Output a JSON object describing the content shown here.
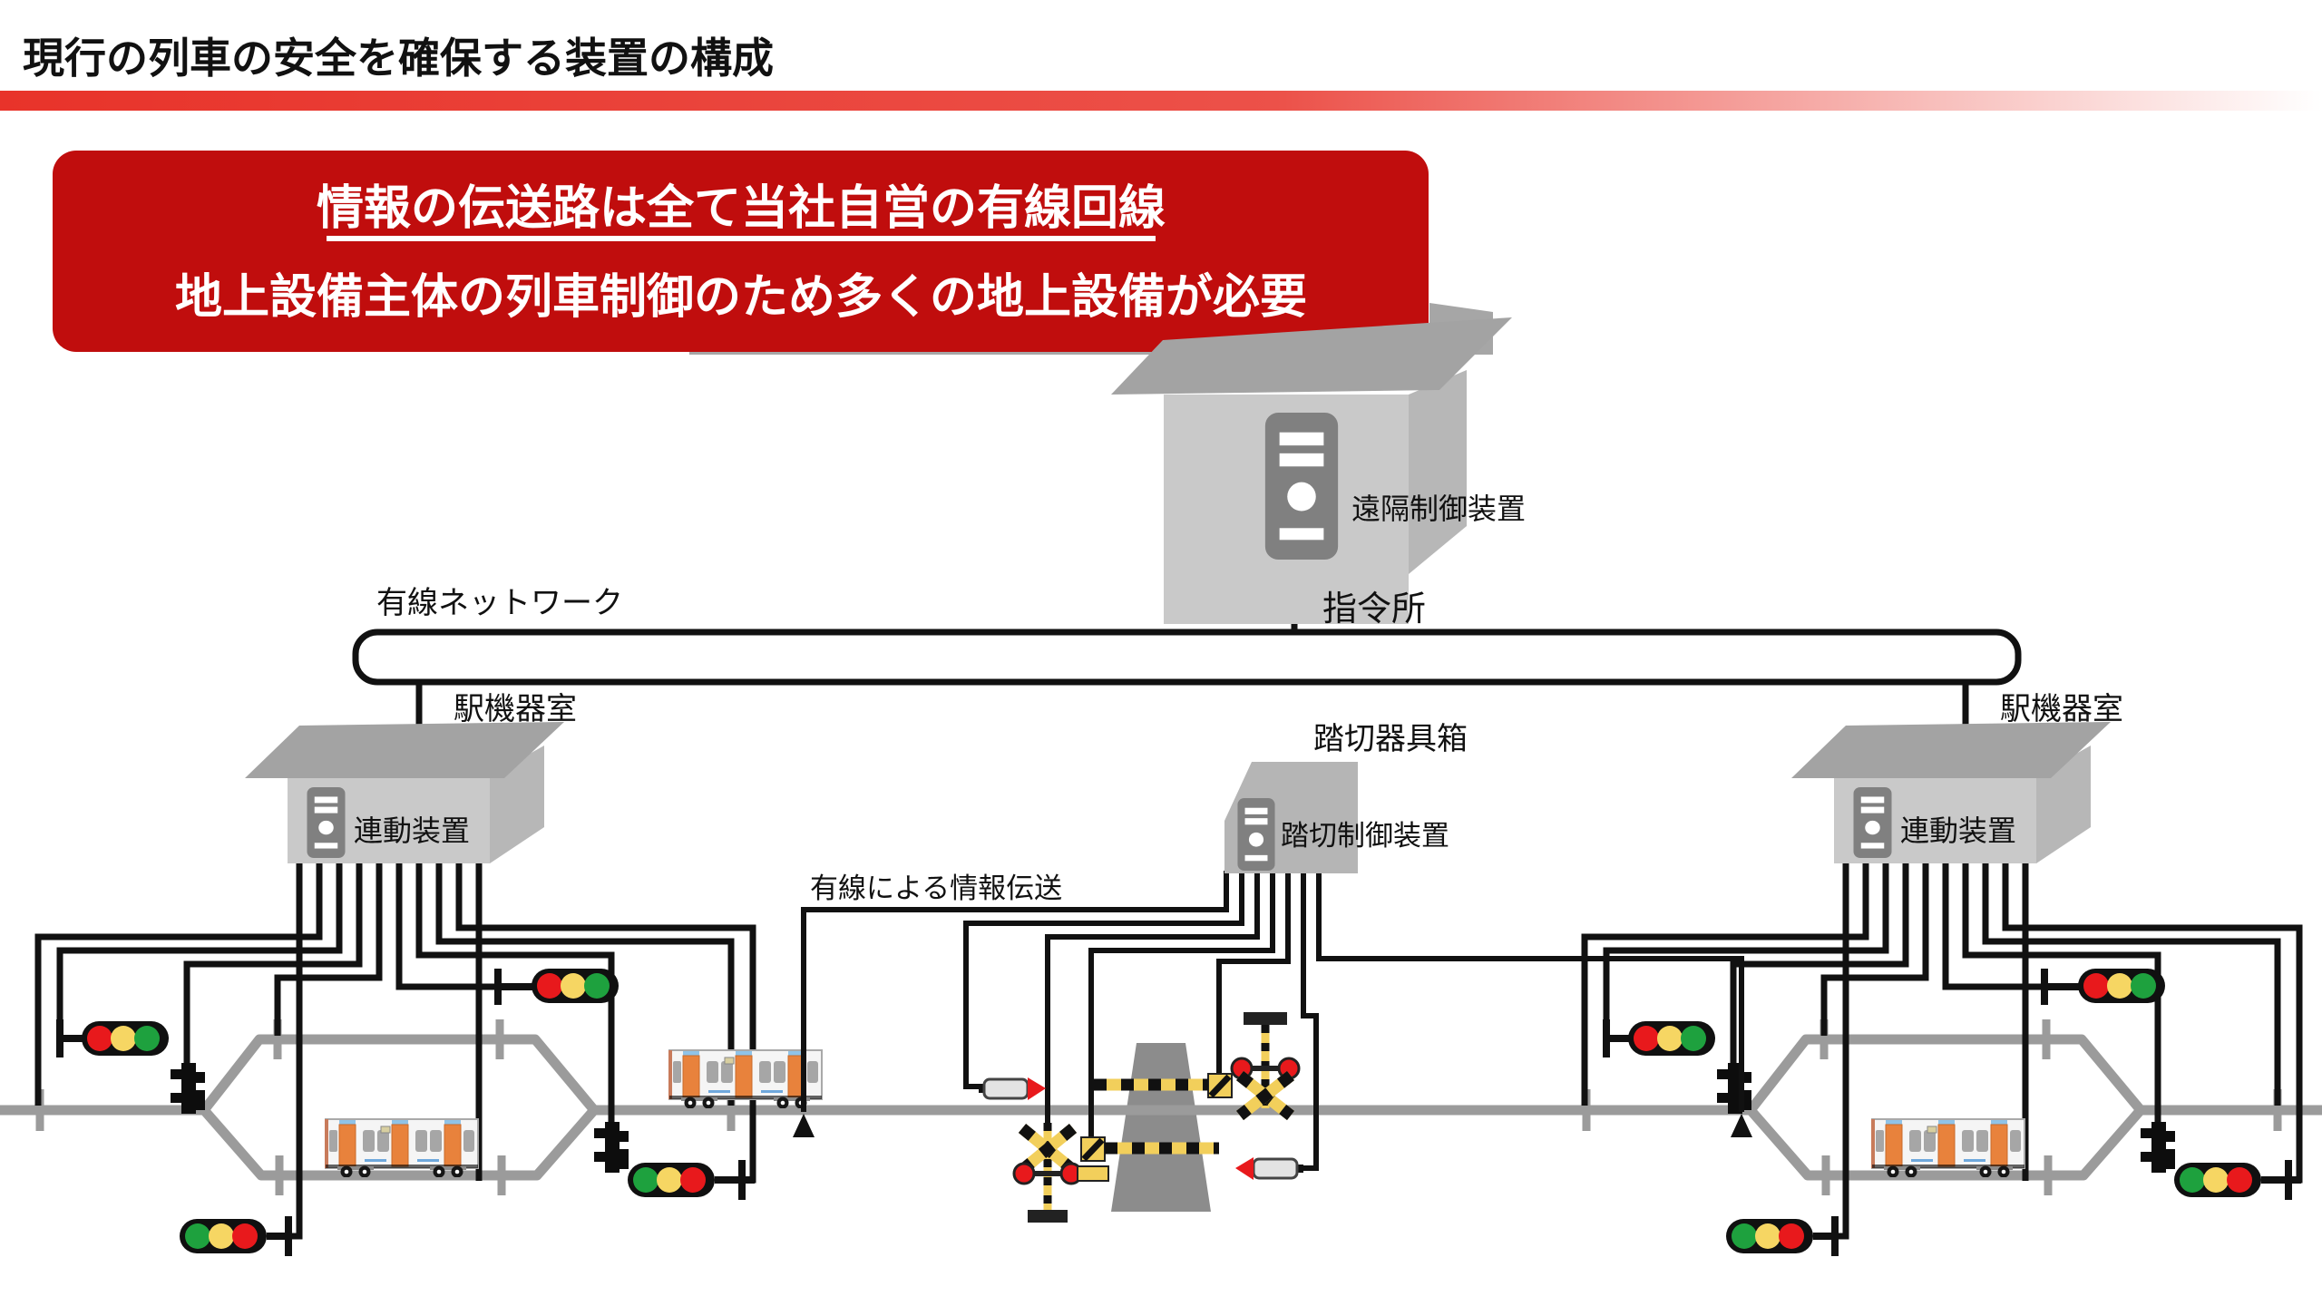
{
  "page": {
    "title": "現行の列車の安全を確保する装置の構成",
    "background": "#FFFFFF",
    "accent_bar_color": "#E8332A"
  },
  "banner": {
    "line1": "情報の伝送路は全て当社自営の有線回線",
    "line2": "地上設備主体の列車制御のため多くの地上設備が必要",
    "bg": "#C00D0D",
    "text_color": "#FFFFFF",
    "shadow_color": "#A6A6A6"
  },
  "control_center": {
    "location_label": "指令所",
    "device_label": "遠隔制御装置"
  },
  "network": {
    "bus_label": "有線ネットワーク",
    "transmission_label": "有線による情報伝送"
  },
  "stations": {
    "left": {
      "room_label": "駅機器室",
      "device_label": "連動装置"
    },
    "right": {
      "room_label": "駅機器室",
      "device_label": "連動装置"
    }
  },
  "crossing": {
    "box_label": "踏切器具箱",
    "device_label": "踏切制御装置"
  },
  "colors": {
    "track": "#9B9B9B",
    "cable": "#111111",
    "signal_body": "#101010",
    "signal_red": "#E8191C",
    "signal_yellow": "#F6D663",
    "signal_green": "#1EA13E",
    "crossing_yellow": "#F2CF5B",
    "road": "#8C8C8C",
    "building_front": "#C9C9C9",
    "building_side": "#B7B7B7",
    "building_roof": "#A3A3A3",
    "server_tower": "#808080",
    "train_door_orange": "#E8823C"
  },
  "equipment": {
    "signals_per_station": [
      {
        "name": "main-line-left",
        "aspect_order": [
          "red",
          "yellow",
          "green"
        ]
      },
      {
        "name": "loop-upper",
        "aspect_order": [
          "red",
          "yellow",
          "green"
        ]
      },
      {
        "name": "loop-lower-left",
        "aspect_order": [
          "green",
          "yellow",
          "red"
        ]
      },
      {
        "name": "main-line-right",
        "aspect_order": [
          "green",
          "yellow",
          "red"
        ]
      }
    ],
    "point_machines_per_station": 2,
    "trains_total": 3,
    "crossing_barriers": 2,
    "crossing_warning_lights": 2,
    "train_detectors": 2,
    "approach_beacons": 2
  }
}
